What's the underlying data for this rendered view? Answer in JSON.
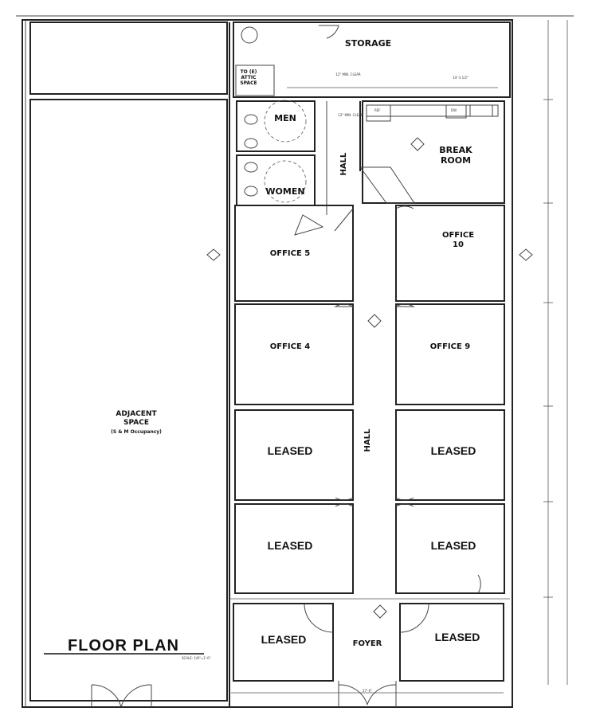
{
  "title": "FLOOR PLAN",
  "scale": "SCALE: 1/8\"=1'-0\"",
  "rooms": {
    "storage": "STORAGE",
    "attic": [
      "TO (E)",
      "ATTIC",
      "SPACE"
    ],
    "men": "MEN",
    "women": "WOMEN",
    "hall": "HALL",
    "break_room": [
      "BREAK",
      "ROOM"
    ],
    "office5": "OFFICE 5",
    "office10": [
      "OFFICE",
      "10"
    ],
    "office4": "OFFICE 4",
    "office9": "OFFICE 9",
    "leased": "LEASED",
    "foyer": "FOYER",
    "adjacent": [
      "ADJACENT",
      "SPACE",
      "(S & M Occupancy)"
    ]
  },
  "fixtures": {
    "ref": "REF",
    "dw": "DW",
    "clear_a": "12\" MIN. CLEAR",
    "clear_b": "12\" MIN. CLEAR"
  },
  "dimensions": {
    "storage_width": "14'-3 1/2\"",
    "bottom_width": "27'-0\""
  }
}
